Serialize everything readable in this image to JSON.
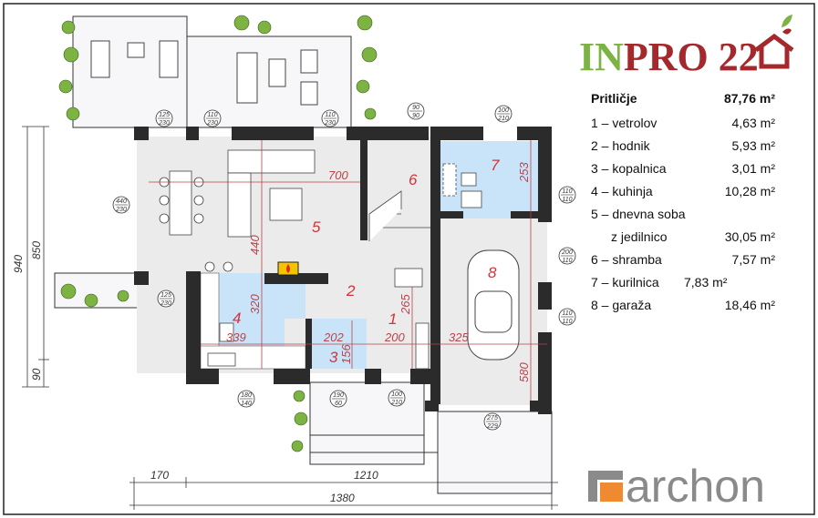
{
  "brand": {
    "name_green": "IN",
    "name_red": "PRO 22",
    "green": "#7cb342",
    "red": "#a4282c"
  },
  "footer_logo": {
    "text": "archon",
    "accent": "#f08a30",
    "gray": "#8a8a8a"
  },
  "legend": {
    "title": "Pritličje",
    "total": "87,76 m²",
    "rooms": [
      {
        "label": "1 – vetrolov",
        "area": "4,63 m²"
      },
      {
        "label": "2 – hodnik",
        "area": "5,93 m²"
      },
      {
        "label": "3 – kopalnica",
        "area": "3,01 m²"
      },
      {
        "label": "4 – kuhinja",
        "area": "10,28 m²"
      },
      {
        "label": "5 – dnevna soba",
        "area": ""
      },
      {
        "label": "z jedilnico",
        "area": "30,05 m²"
      },
      {
        "label": "6 – shramba",
        "area": "7,57 m²"
      },
      {
        "label": "7 – kurilnica",
        "area": "7,83 m²"
      },
      {
        "label": "8 – garaža",
        "area": "18,46 m²"
      }
    ]
  },
  "room_numbers": [
    "1",
    "2",
    "3",
    "4",
    "5",
    "6",
    "7",
    "8"
  ],
  "dimensions": {
    "living_width": "700",
    "living_height": "440",
    "kitchen_height": "320",
    "kitchen_width": "339",
    "bath_width": "202",
    "bath_height": "156",
    "entry_width": "200",
    "entry_height": "265",
    "garage_width": "325",
    "boiler_height": "253",
    "garage_height": "580",
    "total_height": "940",
    "main_height": "850",
    "step_height": "90",
    "left_offset": "170",
    "main_width": "1210",
    "total_width": "1380"
  },
  "window_tags": [
    {
      "w": "125",
      "h": "230"
    },
    {
      "w": "110",
      "h": "230"
    },
    {
      "w": "110",
      "h": "230"
    },
    {
      "w": "90",
      "h": "90"
    },
    {
      "w": "100",
      "h": "210"
    },
    {
      "w": "440",
      "h": "230"
    },
    {
      "w": "125",
      "h": "230"
    },
    {
      "w": "110",
      "h": "110"
    },
    {
      "w": "200",
      "h": "110"
    },
    {
      "w": "110",
      "h": "110"
    },
    {
      "w": "180",
      "h": "140"
    },
    {
      "w": "190",
      "h": "60"
    },
    {
      "w": "100",
      "h": "210"
    },
    {
      "w": "275",
      "h": "229"
    }
  ],
  "colors": {
    "floor": "#ebebeb",
    "wet": "#c9e4f8",
    "wall": "#2b2b2b",
    "dimension": "#b8444a"
  }
}
